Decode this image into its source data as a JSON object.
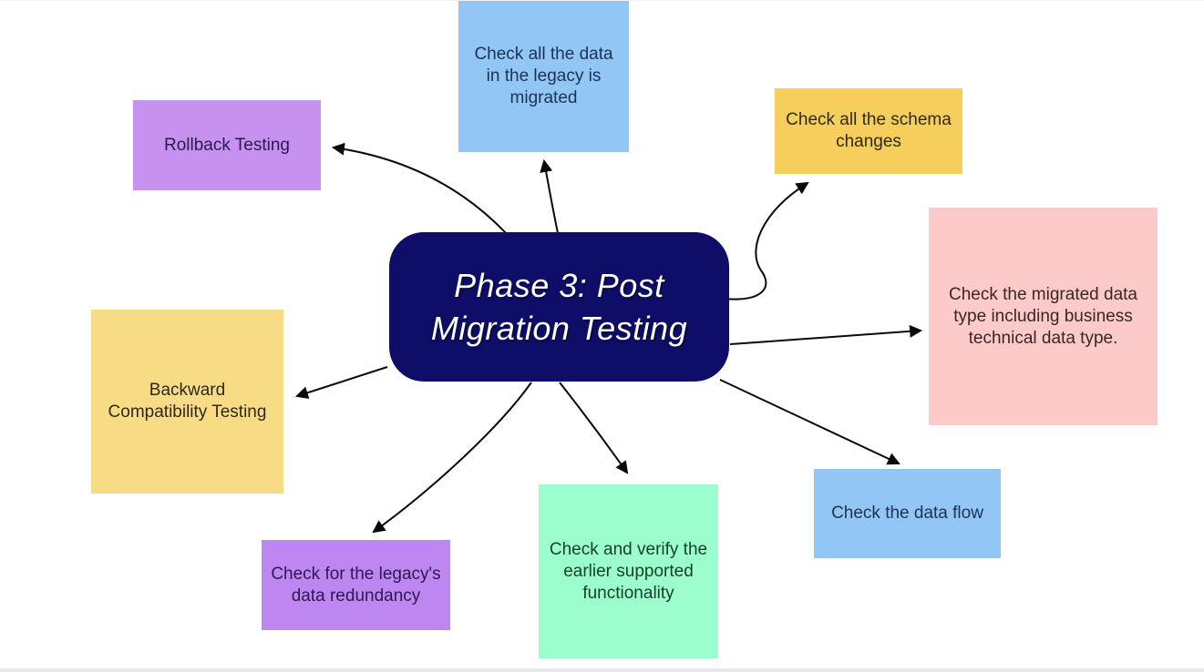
{
  "diagram": {
    "title": "Phase 3: Post Migration Testing",
    "center": {
      "label": "Phase 3: Post Migration Testing",
      "bg": "#0e0e69",
      "text_color": "#ffffff"
    },
    "nodes": [
      {
        "id": "legacy-data-migrated",
        "label": "Check all the data in the legacy is migrated",
        "bg": "#92c6f4",
        "text_color": "#1c3257"
      },
      {
        "id": "schema-changes",
        "label": "Check all the schema changes",
        "bg": "#f6ce5b",
        "text_color": "#2d2a16"
      },
      {
        "id": "migrated-data-type",
        "label": "Check the migrated data type including business technical data type.",
        "bg": "#fccbc9",
        "text_color": "#3a2626"
      },
      {
        "id": "data-flow",
        "label": "Check the data flow",
        "bg": "#92c6f4",
        "text_color": "#1c3257"
      },
      {
        "id": "supported-functionality",
        "label": "Check and verify the earlier supported functionality",
        "bg": "#9cfecd",
        "text_color": "#14402c"
      },
      {
        "id": "data-redundancy",
        "label": "Check for the legacy's data redundancy",
        "bg": "#bd86f0",
        "text_color": "#2b1a4e"
      },
      {
        "id": "backward-compatibility",
        "label": "Backward Compatibility Testing",
        "bg": "#f8db85",
        "text_color": "#2d2a16"
      },
      {
        "id": "rollback-testing",
        "label": "Rollback Testing",
        "bg": "#c791f0",
        "text_color": "#2b1a4e"
      }
    ],
    "connections": [
      {
        "from": "center",
        "to": "legacy-data-migrated"
      },
      {
        "from": "center",
        "to": "schema-changes"
      },
      {
        "from": "center",
        "to": "migrated-data-type"
      },
      {
        "from": "center",
        "to": "data-flow"
      },
      {
        "from": "center",
        "to": "supported-functionality"
      },
      {
        "from": "center",
        "to": "data-redundancy"
      },
      {
        "from": "center",
        "to": "backward-compatibility"
      },
      {
        "from": "center",
        "to": "rollback-testing"
      }
    ],
    "colors": {
      "arrow": "#0a0a0a",
      "background": "#ffffff",
      "bottom_bar": "#e8e8ec"
    }
  }
}
